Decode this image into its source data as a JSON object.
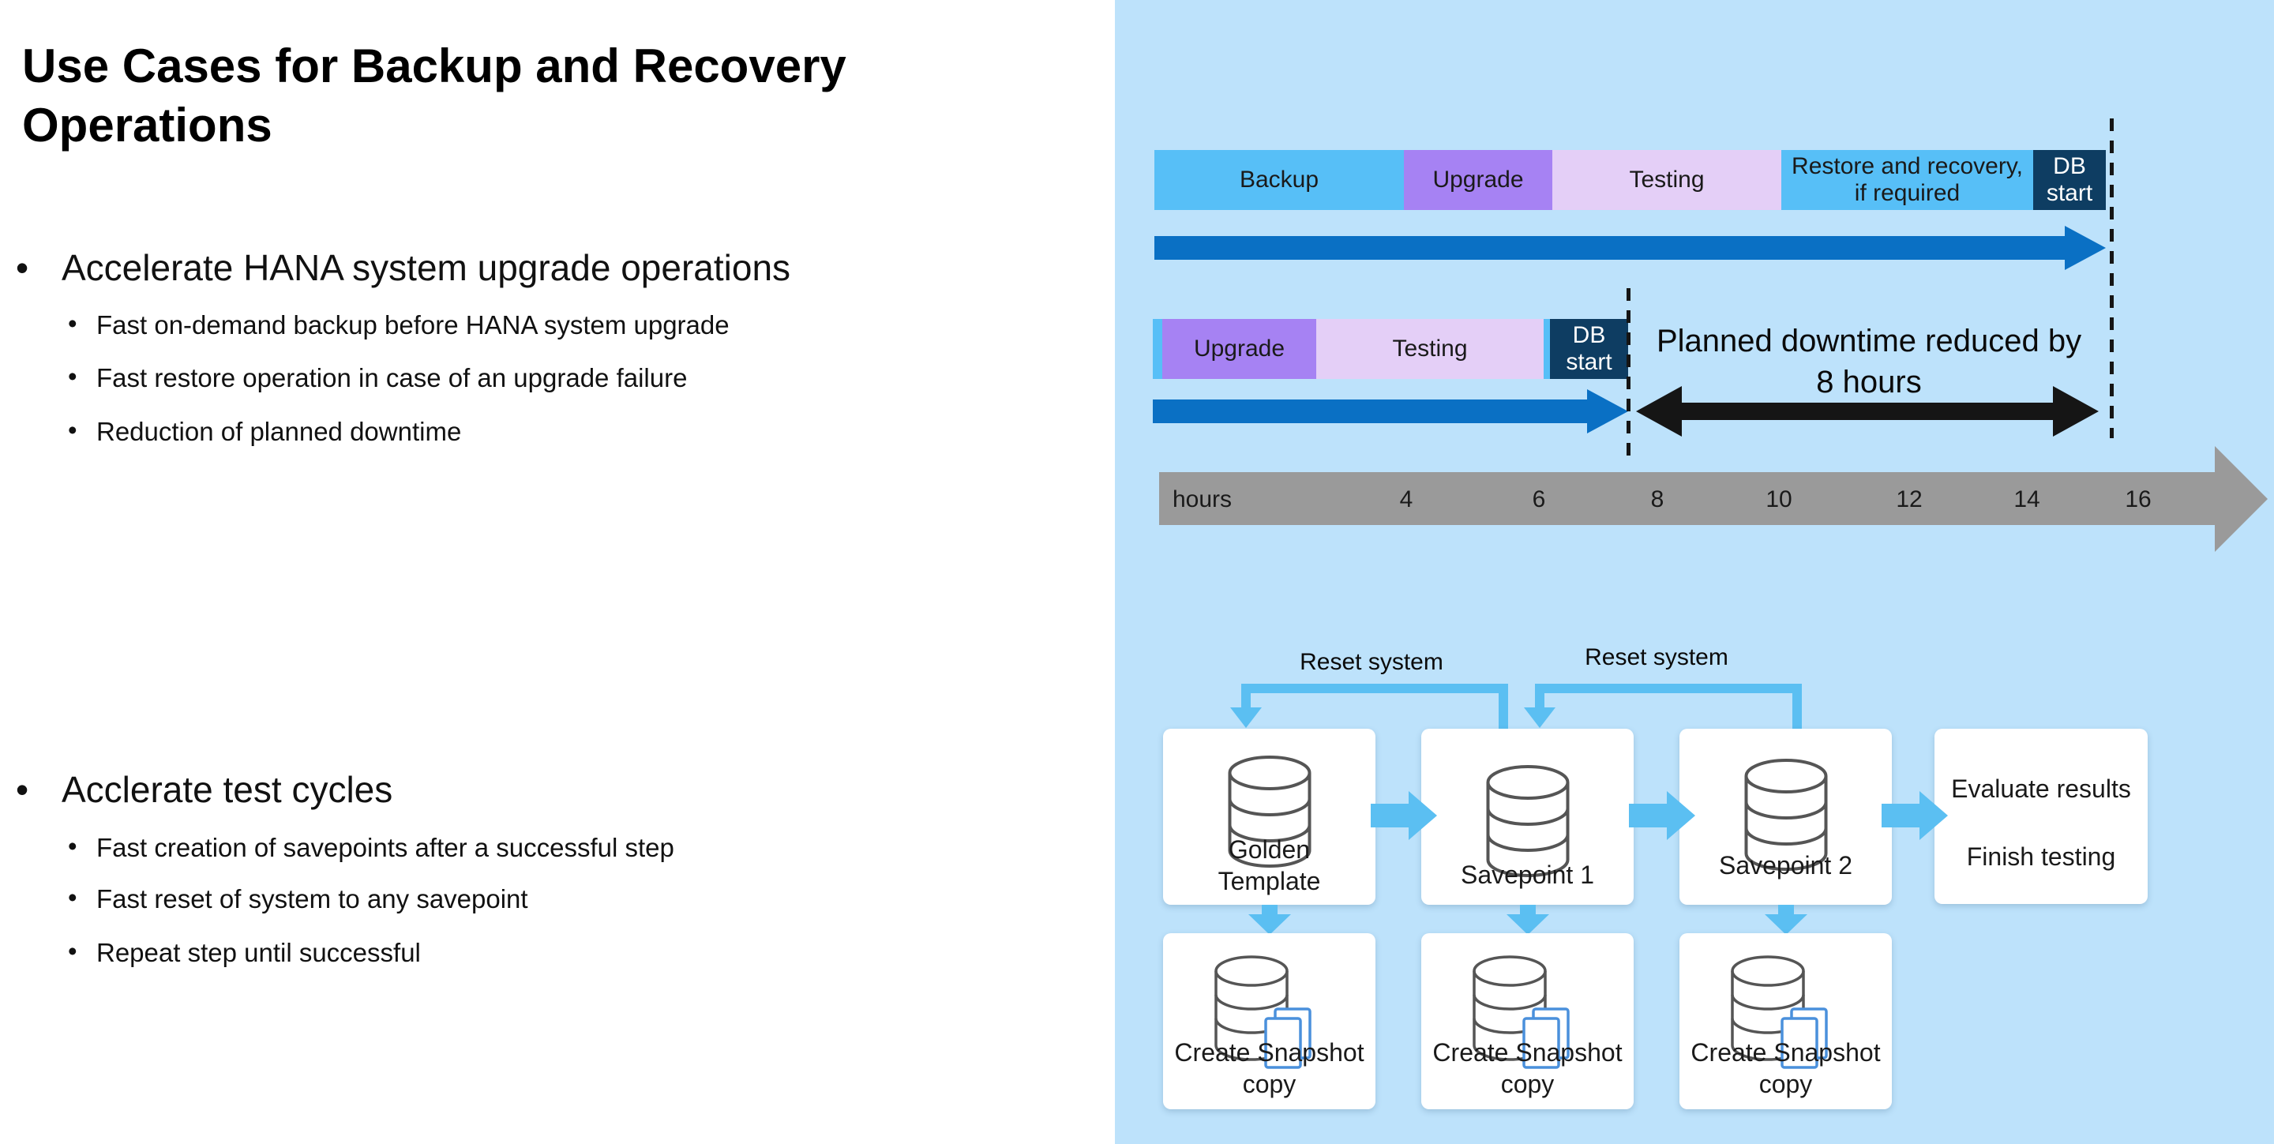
{
  "slide": {
    "title": "Use Cases for Backup and Recovery Operations",
    "bullet_char": "•",
    "sections": [
      {
        "heading": "Accelerate HANA system upgrade operations",
        "items": [
          "Fast on-demand backup before HANA system upgrade",
          "Fast restore operation in case of an upgrade failure",
          "Reduction of planned downtime"
        ]
      },
      {
        "heading": "Acclerate test cycles",
        "items": [
          "Fast creation of savepoints after a successful step",
          "Fast reset of system to any savepoint",
          "Repeat step until successful"
        ]
      }
    ]
  },
  "timeline": {
    "row1_segments": [
      {
        "label": "Backup",
        "approx_hours": "0-4"
      },
      {
        "label": "Upgrade",
        "approx_hours": "4-6.5"
      },
      {
        "label": "Testing",
        "approx_hours": "6.5-10"
      },
      {
        "label": "Restore and recovery, if required",
        "approx_hours": "10-14"
      },
      {
        "label": "DB start",
        "approx_hours": "14-15.5"
      }
    ],
    "row2_segments": [
      {
        "label": "Upgrade",
        "approx_hours": "0.2-2.6"
      },
      {
        "label": "Testing",
        "approx_hours": "2.6-6.4"
      },
      {
        "label": "DB start",
        "approx_hours": "6.4-7.7"
      }
    ],
    "annotation": "Planned downtime reduced by 8 hours",
    "axis_label": "hours",
    "ticks": [
      "4",
      "6",
      "8",
      "10",
      "12",
      "14",
      "16"
    ]
  },
  "flow": {
    "reset_label_1": "Reset system",
    "reset_label_2": "Reset system",
    "boxes": [
      {
        "title": "Golden Template"
      },
      {
        "title": "Savepoint 1"
      },
      {
        "title": "Savepoint 2"
      }
    ],
    "evaluate_box": {
      "line1": "Evaluate results",
      "line2": "Finish testing"
    },
    "snapshot_boxes": [
      {
        "label": "Create Snapshot copy"
      },
      {
        "label": "Create Snapshot copy"
      },
      {
        "label": "Create Snapshot copy"
      }
    ]
  },
  "colors": {
    "panel_bg": "#BDE2FB",
    "sky": "#57BFF7",
    "purple": "#A682F3",
    "lavender": "#E4CFF7",
    "navy": "#0E3D62",
    "process_arrow_blue": "#0A70C4",
    "axis_gray": "#9A9A9A",
    "flow_arrow_blue": "#5BBFF2",
    "black": "#151515"
  }
}
